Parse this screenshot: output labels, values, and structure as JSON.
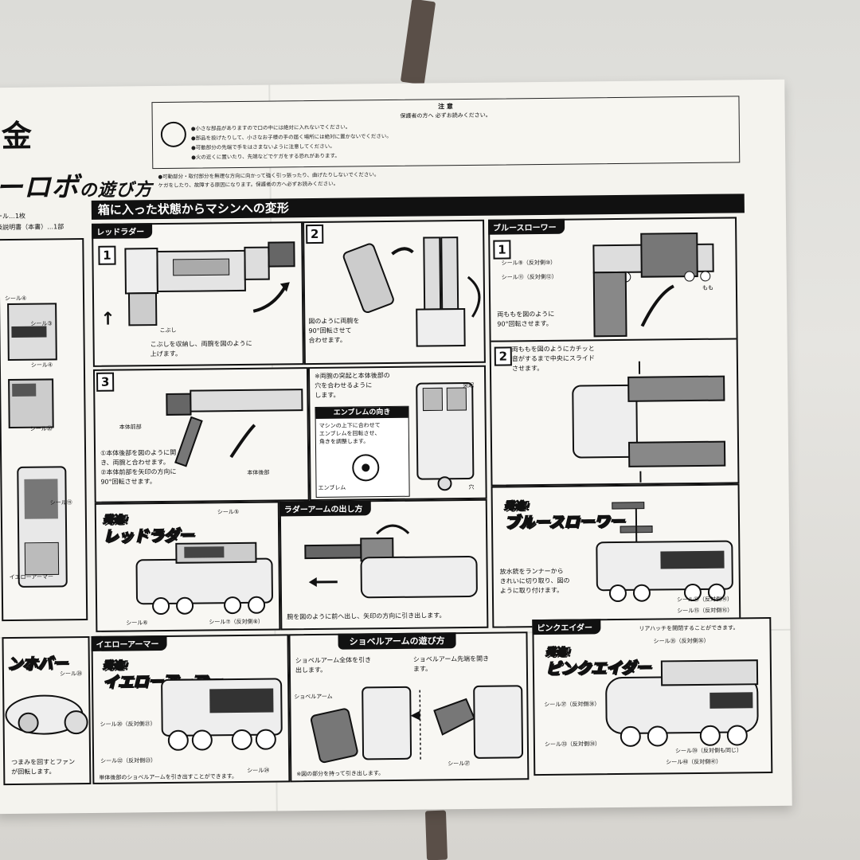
{
  "header": {
    "title_kanji": "金",
    "title_main": "ーロボ",
    "title_sub": "の遊び方"
  },
  "caution": {
    "heading": "注 意",
    "subheading": "保護者の方へ 必ずお読みください。",
    "lines": [
      "●小さな部品がありますので口の中には絶対に入れないでください。",
      "●部品を投げたりして、小さなお子様の手の届く場所には絶対に置かないでください。",
      "●可動部分の先端で手をはさまないように注意してください。",
      "●火の近くに置いたり、先端などでケガをする恐れがあります。"
    ],
    "extra_lines": [
      "●可動部分・取付部分を無理な方向に向かって強く引っ張ったり、曲げたりしないでください。",
      "ケガをしたり、故障する原因になります。保護者の方へ必ずお読みください。"
    ]
  },
  "left_list": [
    "シール…1枚",
    "取扱説明書（本書）…1部"
  ],
  "banner": "箱に入った状態からマシンへの変形",
  "red_ladder": {
    "tab": "レッドラダー",
    "step1_caption": [
      "こぶしを収納し、両腕を図のように",
      "上げます。"
    ],
    "step2_caption": [
      "図のように両腕を",
      "90°回転させて",
      "合わせます。"
    ],
    "step3_caption": [
      "①本体後部を図のように開",
      "き、両腕と合わせます。",
      "②本体前部を矢印の方向に",
      "90°回転させます。"
    ],
    "note": [
      "※両腕の突起と本体後部の",
      "穴を合わせるように",
      "します。"
    ],
    "emblem_title": "エンブレムの向き",
    "emblem_text": [
      "マシンの上下に合わせて",
      "エンブレムを回転させ、",
      "角きを調整します。"
    ],
    "label_kobushi": "こぶし",
    "label_front": "本体前部",
    "label_rear": "本体後部",
    "label_emblem": "エンブレム",
    "label_tokki": "突起",
    "label_ana": "穴"
  },
  "blue_thrower": {
    "tab": "ブルースローワー",
    "label_seal1": "シール⑨（反対側⑩）",
    "label_seal2": "シール⑪（反対側⑫）",
    "label_momo": "もも",
    "step1_caption": [
      "両ももを図のように",
      "90°回転させます。"
    ],
    "step2_caption": [
      "両ももを図のようにカチッと",
      "音がするまで中央にスライド",
      "させます。"
    ],
    "go_small": "発進!",
    "go_name": "ブルースローワー",
    "attach_caption": [
      "放水銃をランナーから",
      "きれいに切り取り、図の",
      "ように取り付けます。"
    ],
    "label_seal3": "シール⑬（反対側⑭）",
    "label_seal4": "シール⑮（反対側⑯）"
  },
  "red_go": {
    "go_small": "発進!",
    "go_name": "レッドラダー",
    "label_seal5": "シール⑤",
    "label_seal6": "シール⑥",
    "label_seal7": "シール⑦（反対側⑧）"
  },
  "ladder_arm": {
    "title": "ラダーアームの出し方",
    "caption": "腕を図のように前へ出し、矢印の方向に引き出します。"
  },
  "left_side": {
    "label_seal_a": "シール④",
    "label_seal_b": "シール③",
    "label_seal_c": "シール④",
    "label_seal_d": "シール⑳",
    "label_seal_e": "シール⑲",
    "label_yellow": "イエローアーマー",
    "hover_name": "ンホバー",
    "label_seal_f": "シール㉘",
    "fan_caption": [
      "つまみを回すとファン",
      "が回転します。"
    ]
  },
  "yellow_armor": {
    "tab": "イエローアーマー",
    "go_small": "発進!",
    "go_name": "イエローアーマー",
    "label_seal1": "シール⑳（反対側㉑）",
    "label_seal2": "シール㉒（反対側㉓）",
    "label_seal3": "シール㉔",
    "caption": "単体後部のショベルアームを引き出すことができます。"
  },
  "shovel_arm": {
    "title": "ショベルアームの遊び方",
    "caption1": [
      "ショベルアーム全体を引き",
      "出します。"
    ],
    "caption2": [
      "ショベルアーム先端を開き",
      "ます。"
    ],
    "label_arm": "ショベルアーム",
    "note": "※図の部分を持って引き出します。",
    "label_seal": "シール㉗"
  },
  "pink_aider": {
    "tab": "ピンクエイダー",
    "top_note": "リアハッチを開閉することができます。",
    "go_small": "発進!",
    "go_name": "ピンクエイダー",
    "label_seal1": "シール㉟（反対側㊱）",
    "label_seal2": "シール㊲（反対側㊳）",
    "label_seal3": "シール㉝（反対側㉞）",
    "label_seal4": "シール㊴（反対側も同じ）",
    "label_seal5": "シール㊵（反対側㊶）"
  }
}
